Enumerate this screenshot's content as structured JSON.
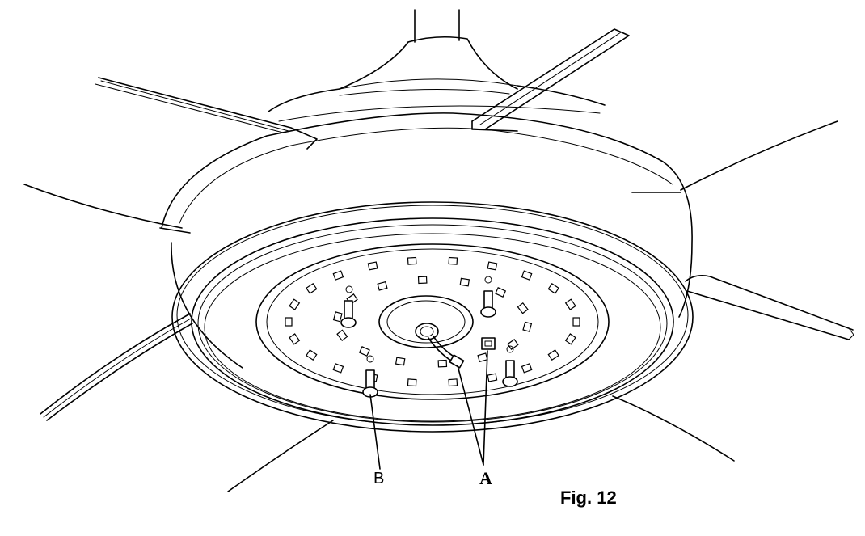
{
  "labels": {
    "b": "B",
    "a": "A"
  },
  "caption": "Fig. 12"
}
